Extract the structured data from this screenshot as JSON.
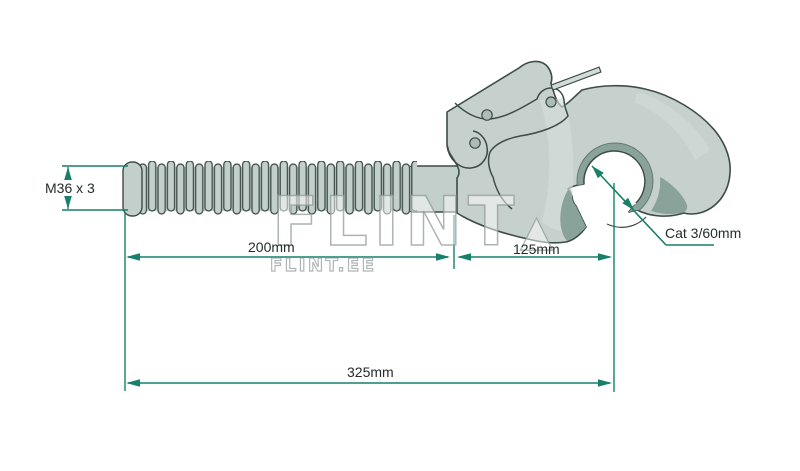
{
  "labels": {
    "thread_spec": "M36 x 3",
    "thread_length": "200mm",
    "hook_length": "125mm",
    "overall_length": "325mm",
    "hook_category": "Cat 3/60mm"
  },
  "watermark": {
    "brand": "FLINT",
    "mark": "▲",
    "site": "FLINT.EE"
  },
  "colors": {
    "dimension_line": "#177F6A",
    "body_fill": "#C6D1CD",
    "body_shade": "#8AA39A",
    "body_highlight": "#D4DDD9",
    "outline": "#3D4C47",
    "label_text": "#232D2B"
  }
}
